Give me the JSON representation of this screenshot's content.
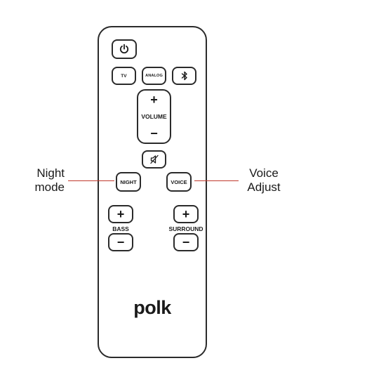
{
  "remote": {
    "buttons": {
      "power_icon": "power-icon",
      "tv": "TV",
      "analog": "ANALOG",
      "bluetooth_icon": "bluetooth-icon",
      "volume_plus": "+",
      "volume_label": "VOLUME",
      "volume_minus": "−",
      "mute_icon": "mute-icon",
      "night": "NIGHT",
      "voice": "VOICE",
      "bass_plus": "+",
      "bass_label": "BASS",
      "bass_minus": "−",
      "surround_plus": "+",
      "surround_label": "SURROUND",
      "surround_minus": "−"
    },
    "brand": "polk"
  },
  "callouts": {
    "left": {
      "line1": "Night",
      "line2": "mode"
    },
    "right": {
      "line1": "Voice",
      "line2": "Adjust"
    },
    "line_color": "#c0392b"
  }
}
